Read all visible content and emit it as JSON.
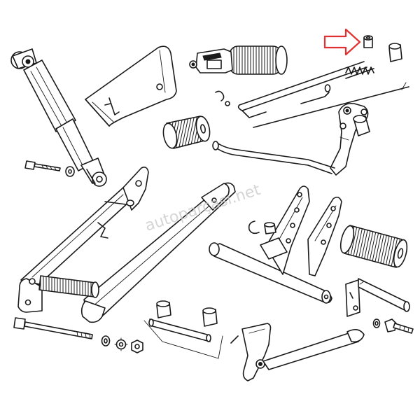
{
  "watermark": "autoparçası.net",
  "colors": {
    "line": "#1a1a1a",
    "highlight_arrow": "#e03030",
    "background": "#ffffff"
  },
  "highlight": {
    "target": "bushing-small-top-right",
    "marker": "arrow"
  }
}
